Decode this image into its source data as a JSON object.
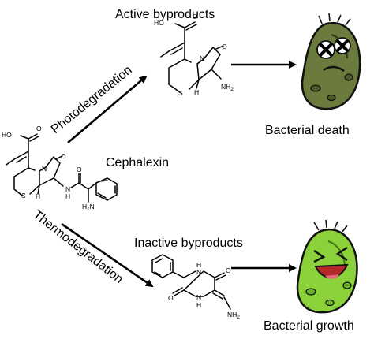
{
  "labels": {
    "active_byproducts": "Active byproducts",
    "inactive_byproducts": "Inactive byproducts",
    "photodegradation": "Photodegradation",
    "thermodegradation": "Thermodegradation",
    "cephalexin": "Cephalexin",
    "bacterial_death": "Bacterial death",
    "bacterial_growth": "Bacterial growth"
  },
  "atoms": {
    "active": {
      "ho": "HO",
      "o_acid": "O",
      "n": "N",
      "o_lactam": "O",
      "s": "S",
      "h": "H",
      "nh2": "NH",
      "nh2_sub": "2"
    },
    "cephalexin": {
      "ho": "HO",
      "o_acid": "O",
      "n": "N",
      "o_lactam": "O",
      "s": "S",
      "h": "H",
      "nh": "N",
      "nh_h": "H",
      "o_amide": "O",
      "h2n": "H₂N"
    },
    "inactive": {
      "nh_top": "H",
      "n_top": "N",
      "o_right": "O",
      "o_left": "O",
      "n_bottom": "N",
      "nh_bottom": "H",
      "nh2": "NH",
      "nh2_sub": "2"
    }
  },
  "colors": {
    "dead_bacterium": "#6b7b3e",
    "dead_bacterium_dark": "#3f4a20",
    "live_bacterium": "#8bd13a",
    "live_bacterium_dark": "#4f8a1a"
  }
}
